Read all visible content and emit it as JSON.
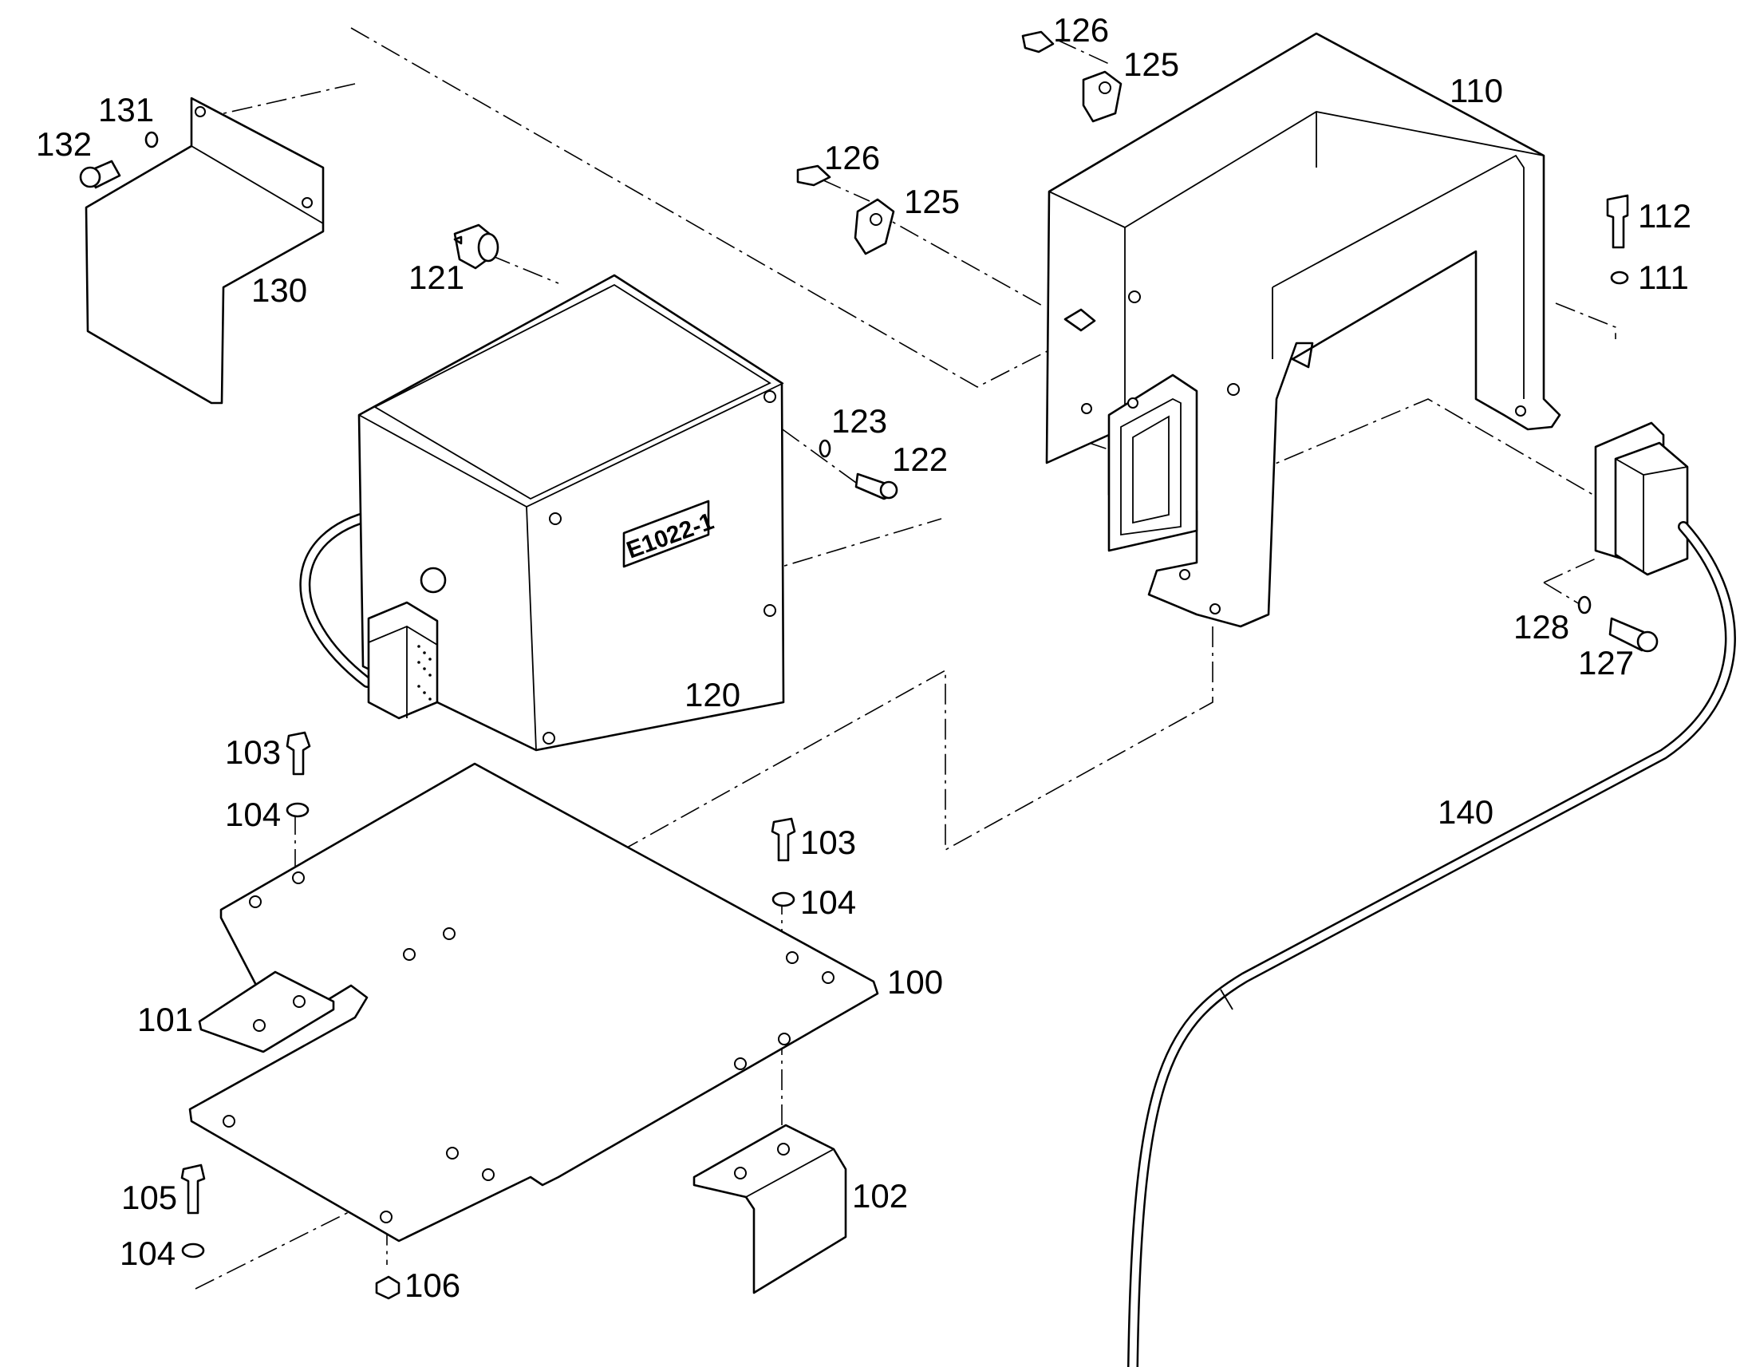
{
  "diagram": {
    "nameplate": "E1022-1",
    "labels": {
      "p100": "100",
      "p101": "101",
      "p102": "102",
      "p103a": "103",
      "p103b": "103",
      "p104a": "104",
      "p104b": "104",
      "p104c": "104",
      "p105": "105",
      "p106": "106",
      "p110": "110",
      "p111": "111",
      "p112": "112",
      "p120": "120",
      "p121": "121",
      "p122": "122",
      "p123": "123",
      "p125a": "125",
      "p125b": "125",
      "p126a": "126",
      "p126b": "126",
      "p127": "127",
      "p128": "128",
      "p130": "130",
      "p131": "131",
      "p132": "132",
      "p140": "140"
    }
  }
}
